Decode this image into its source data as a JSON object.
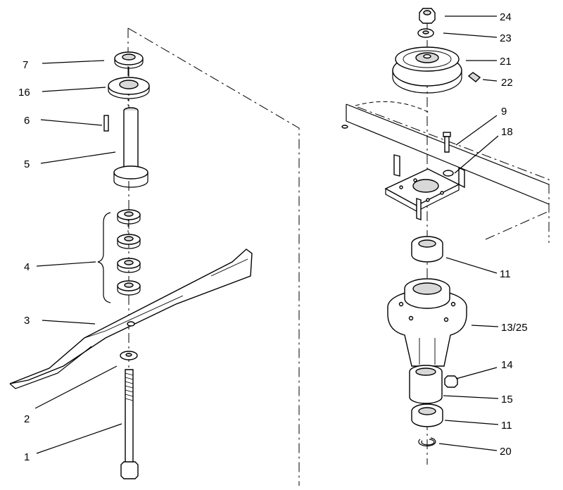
{
  "diagram": {
    "callouts": {
      "c1": "1",
      "c2": "2",
      "c3": "3",
      "c4": "4",
      "c5": "5",
      "c6": "6",
      "c7": "7",
      "c16": "16",
      "c24": "24",
      "c23": "23",
      "c21": "21",
      "c22": "22",
      "c9": "9",
      "c18": "18",
      "c11a": "11",
      "c1325": "13/25",
      "c14": "14",
      "c15": "15",
      "c11b": "11",
      "c20": "20"
    }
  }
}
